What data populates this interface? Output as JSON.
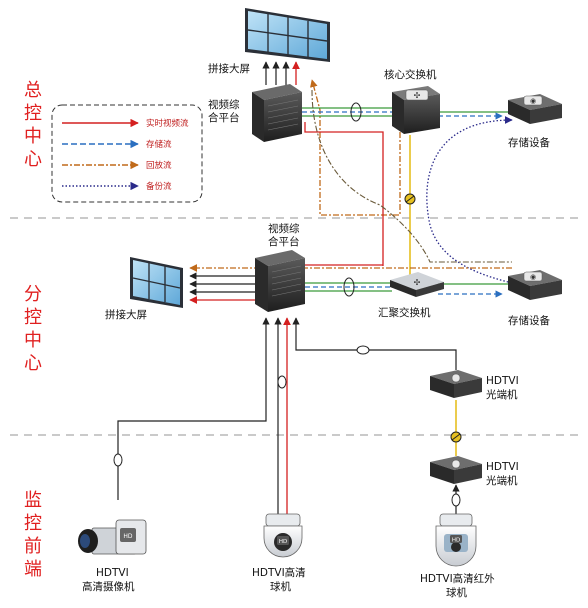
{
  "zones": {
    "headquarters": "总控中心",
    "branch": "分控中心",
    "frontend": "监控前端"
  },
  "legend": {
    "realtime": "实时视频流",
    "storage": "存储流",
    "playback": "回放流",
    "backup": "备份流"
  },
  "colors": {
    "realtime": "#d42020",
    "storage": "#2a6fc0",
    "playback": "#c06a1a",
    "backup": "#2a2a8a",
    "network": "#3a9a3a",
    "fiber": "#e6c020",
    "zone": "#e02020"
  },
  "labels": {
    "hq_videowall": "拼接大屏",
    "hq_platform": [
      "视频综",
      "合平台"
    ],
    "hq_core_switch": "核心交换机",
    "hq_storage": "存储设备",
    "branch_platform": [
      "视频综",
      "合平台"
    ],
    "branch_videowall": "拼接大屏",
    "branch_agg_switch": "汇聚交换机",
    "branch_storage": "存储设备",
    "optical_upper": [
      "HDTVI",
      "光端机"
    ],
    "optical_lower": [
      "HDTVI",
      "光端机"
    ],
    "camera_box": [
      "HDTVI",
      "高清摄像机"
    ],
    "camera_dome": [
      "HDTVI高清",
      "球机"
    ],
    "camera_ir_dome": [
      "HDTVI高清红外",
      "球机"
    ]
  }
}
